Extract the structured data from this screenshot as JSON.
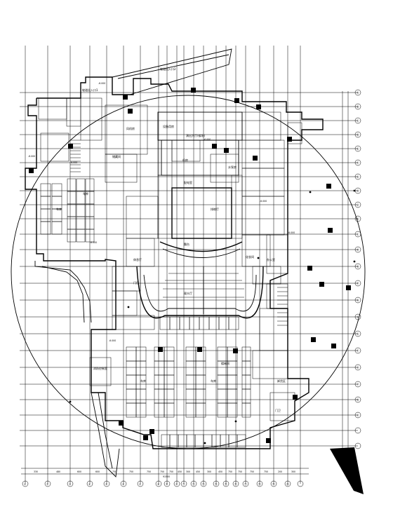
{
  "drawing": {
    "grid_bubbles_bottom": [
      "①",
      "②",
      "③",
      "④",
      "⑤",
      "⑥",
      "⑦",
      "⑧",
      "⑨",
      "⑩",
      "⑪",
      "⑫",
      "⑬",
      "⑭",
      "⑮",
      "⑯",
      "⑰",
      "⑱",
      "⑲",
      "⑳"
    ],
    "grid_bubbles_right": [
      "Ⓐ",
      "Ⓑ",
      "Ⓒ",
      "Ⓓ",
      "Ⓔ",
      "Ⓕ",
      "Ⓖ",
      "Ⓗ",
      "Ⓙ",
      "Ⓚ",
      "Ⓛ",
      "Ⓜ",
      "Ⓝ",
      "Ⓟ",
      "Ⓠ",
      "Ⓡ",
      "Ⓢ",
      "Ⓣ",
      "Ⓤ",
      "Ⓥ",
      "Ⓦ",
      "Ⓧ"
    ],
    "bottom_dims": [
      "330",
      "480",
      "600",
      "600",
      "750",
      "750",
      "750",
      "750",
      "750",
      "450",
      "300",
      "450",
      "300",
      "450",
      "750",
      "750",
      "750",
      "750",
      "200",
      "300"
    ],
    "bottom_total_dim": "91500",
    "room_labels": [
      "坡道出入口2",
      "坡道出入口1",
      "设备用房",
      "机房",
      "水泵房",
      "配电室",
      "演出大厅(候场)",
      "舞台",
      "观众厅",
      "休息厅",
      "门厅",
      "化妆间",
      "排练厅",
      "车库",
      "车库",
      "车库",
      "车库",
      "卸货区",
      "消防控制室",
      "办公室",
      "门卫",
      "楼梯间",
      "风机房",
      "储藏间"
    ],
    "elevations": [
      "-6.000",
      "-6.000",
      "-6.000",
      "-6.000",
      "-6.000",
      "-6.000",
      "-6.000",
      "-6.000"
    ]
  }
}
